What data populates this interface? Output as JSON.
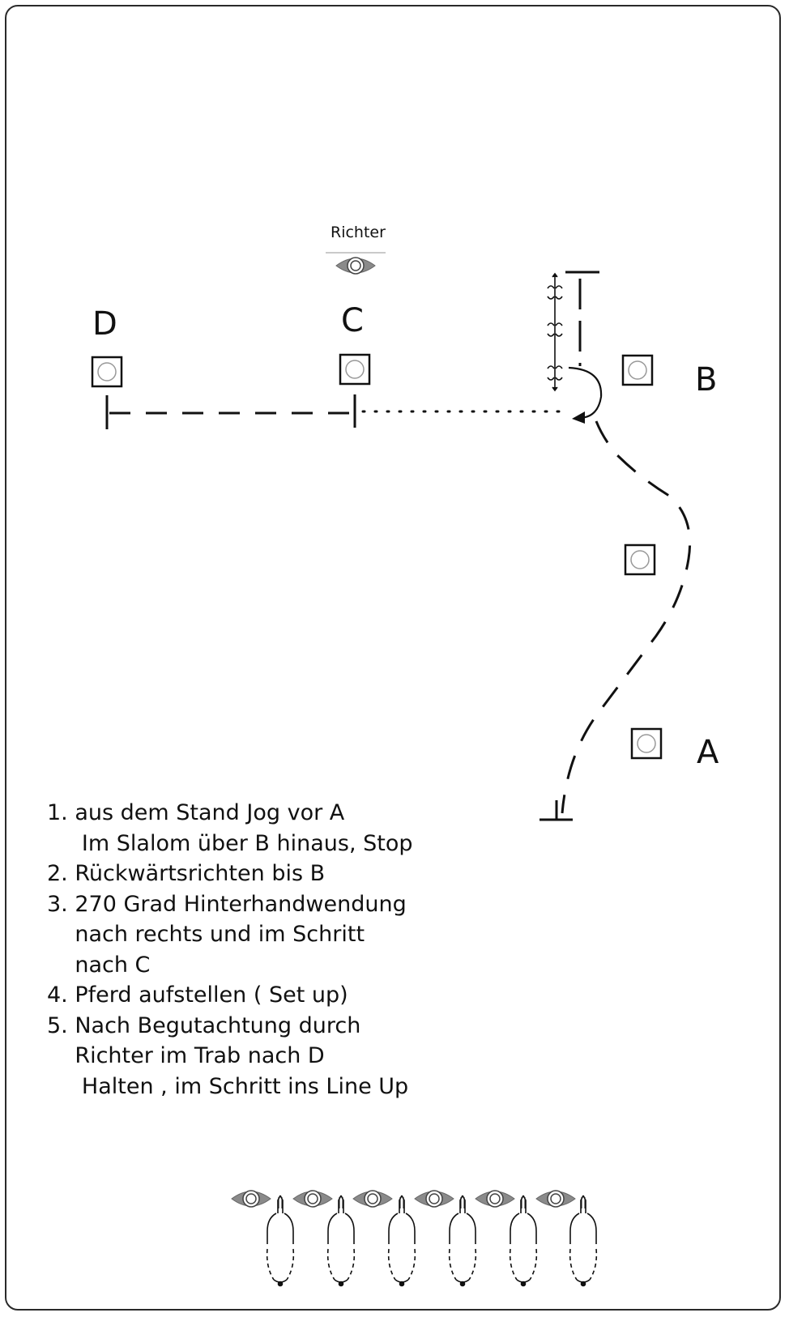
{
  "judge": {
    "label": "Richter"
  },
  "markers": {
    "a": "A",
    "b": "B",
    "c": "C",
    "d": "D"
  },
  "instructions": [
    "1. aus dem Stand Jog vor A",
    "     Im Slalom über B hinaus, Stop",
    "2. Rückwärtsrichten bis B",
    "3. 270 Grad Hinterhandwendung",
    "    nach rechts und im Schritt",
    "    nach C",
    "4. Pferd aufstellen ( Set up)",
    "5. Nach Begutachtung durch",
    "    Richter im Trab nach D",
    "     Halten , im Schritt ins Line Up"
  ],
  "colors": {
    "line": "#111111",
    "eye_fill": "#8a8a8a"
  },
  "icons": [
    "eye-icon",
    "horse-icon",
    "cone-icon",
    "turn-arrow-icon"
  ]
}
